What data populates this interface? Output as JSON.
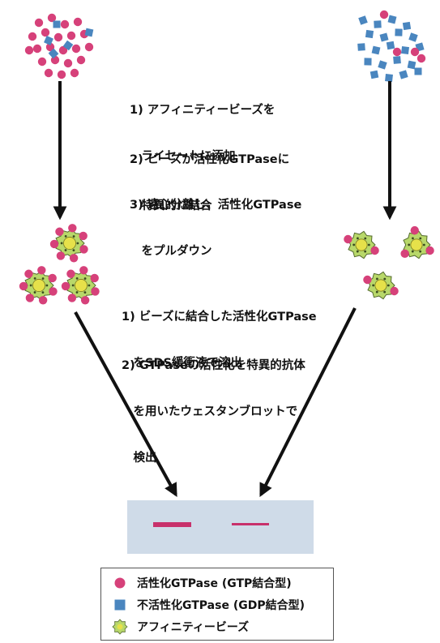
{
  "steps_top": [
    {
      "line1": "1) アフィニティービーズを",
      "line2": "　ライセートに添加"
    },
    {
      "line1": "2) ビーズが活性化GTPaseに",
      "line2": "　特異的に結合"
    },
    {
      "line1": "3) 遠心分離し、活性化GTPase",
      "line2": "　をプルダウン"
    }
  ],
  "steps_bottom": [
    {
      "line1": "1) ビーズに結合した活性化GTPase",
      "line2": "　をSDS緩衝液で溶出",
      "line3": ""
    },
    {
      "line1": "2) GTPaseの活性化を特異的抗体",
      "line2": "　を用いたウェスタンブロットで",
      "line3": "　検出"
    }
  ],
  "legend": {
    "active": "活性化GTPase (GTP結合型)",
    "inactive": "不活性化GTPase (GDP結合型)",
    "beads": "アフィニティービーズ"
  },
  "colors": {
    "active": "#d6417a",
    "inactive": "#4a86bf",
    "bead": "#b8d86a",
    "bead_core": "#e6e14a",
    "blot_bg": "#cfdbe8",
    "band": "#c8316b",
    "arrow": "#111111"
  },
  "blot": {
    "band1_intensity": 1.0,
    "band2_intensity": 0.5
  }
}
